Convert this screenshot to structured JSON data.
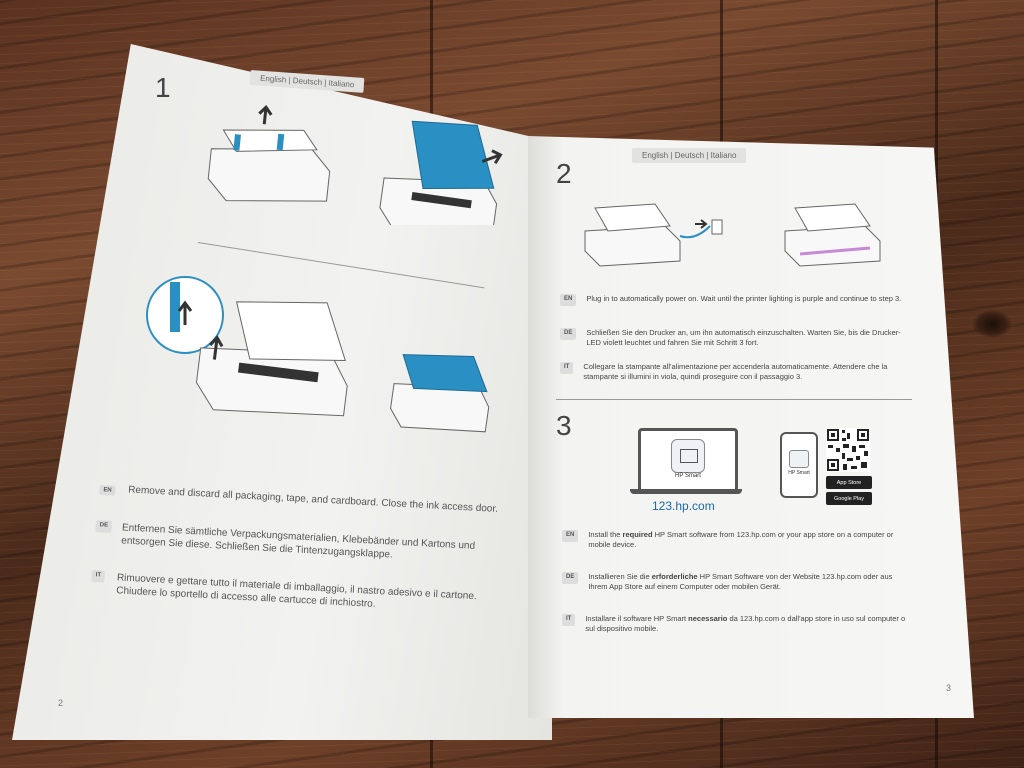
{
  "left_page": {
    "step": "1",
    "lang_tabs": "English  |  Deutsch  |  Italiano",
    "instructions": [
      {
        "code": "EN",
        "text": "Remove and discard all packaging, tape, and cardboard. Close the ink access door."
      },
      {
        "code": "DE",
        "text": "Entfernen Sie sämtliche Verpackungsmaterialien, Klebebänder und Kartons und entsorgen Sie diese. Schließen Sie die Tintenzugangsklappe."
      },
      {
        "code": "IT",
        "text": "Rimuovere e gettare tutto il materiale di imballaggio, il nastro adesivo e il cartone. Chiudere lo sportello di accesso alle cartucce di inchiostro."
      }
    ],
    "page_number": "2"
  },
  "right_page": {
    "lang_tabs": "English  |  Deutsch  |  Italiano",
    "step2": {
      "step": "2",
      "instructions": [
        {
          "code": "EN",
          "text": "Plug in to automatically power on. Wait until the printer lighting is purple and continue to step 3."
        },
        {
          "code": "DE",
          "text": "Schließen Sie den Drucker an, um ihn automatisch einzuschalten. Warten Sie, bis die Drucker-LED violett leuchtet und fahren Sie mit Schritt 3 fort."
        },
        {
          "code": "IT",
          "text": "Collegare la stampante all'alimentazione per accenderla automaticamente. Attendere che la stampante si illumini in viola, quindi proseguire con il passaggio 3."
        }
      ]
    },
    "step3": {
      "step": "3",
      "laptop_label": "HP Smart",
      "phone_label": "HP Smart",
      "url": "123.hp.com",
      "app_store": "App Store",
      "google_play": "Google Play",
      "instructions": [
        {
          "code": "EN",
          "pre": "Install the ",
          "bold": "required",
          "post": " HP Smart software from 123.hp.com or your app store on a computer or mobile device."
        },
        {
          "code": "DE",
          "pre": "Installieren Sie die ",
          "bold": "erforderliche",
          "post": " HP Smart Software von der Website 123.hp.com oder aus Ihrem App Store auf einem Computer oder mobilen Gerät."
        },
        {
          "code": "IT",
          "pre": "Installare il software HP Smart ",
          "bold": "necessario",
          "post": " da 123.hp.com o dall'app store in uso sul computer o sul dispositivo mobile."
        }
      ]
    },
    "page_number": "3"
  },
  "colors": {
    "accent_blue": "#2a8fc2",
    "url_blue": "#1a6aa8"
  }
}
